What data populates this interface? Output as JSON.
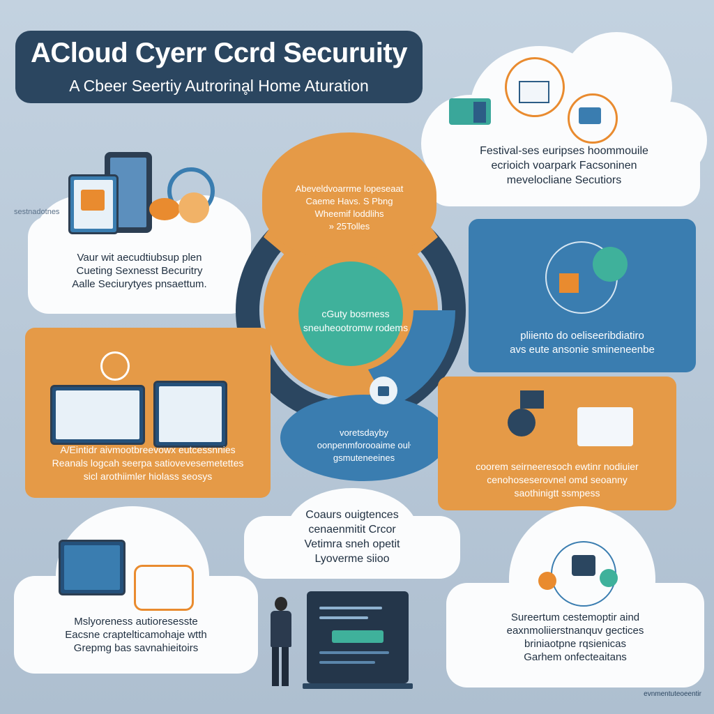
{
  "header": {
    "title": "ACloud Cyerr Ccrd Securuity",
    "subtitle": "A Cbeer Seertiy Autrorinḁl Home Aturation"
  },
  "clouds": {
    "top_right": [
      "Festival-ses euripses hoommouile",
      "ecrioich voarpark Facsoninen",
      "mevelocliane Secutiors"
    ],
    "left": [
      "Vaur wit aecudtiubsup plen",
      "Cueting Sexnesst Becuritry",
      "Aalle Seciurytyes pnsaettum."
    ],
    "middle": [
      "Coaurs ouigtences",
      "cenaenmitit Crcor",
      "Vetimra sneh opetit",
      "Lyoverme siioo"
    ],
    "bottom_left": [
      "Mslyoreness autioresesste",
      "Eacsne craptelticamohaje wtth",
      "Grepmg bas savnahieitoirs"
    ],
    "bottom_right": [
      "Sureertum cestemoptir aind",
      "eaxnmoliierstnanquv gectices",
      "briniaotpne rqsienicas",
      "Garhem onfecteaitans"
    ]
  },
  "center": {
    "top_text": [
      "Abeveldvoarrme lopeseaat",
      "Caeme Havs. S Pbng",
      "Wheemif loddlihs",
      "» 25Tolles"
    ],
    "core_text": [
      "cGuty bosrness",
      "sneuheootromw rodems"
    ],
    "bottom_text": [
      "voretsdayby",
      "oonpenmforooaime ouŀ",
      "gsmuteneeines"
    ]
  },
  "panels": {
    "right_blue": [
      "pliiento do oeliseeribdiatiro",
      "avs eute ansonie smineneenbe"
    ],
    "left_orange": [
      "A/Eintidr aivmootbreevowx eutcessnnies",
      "Reanals logcah seerpa satiovevesemetettes",
      "sicl arothiimler hiolass seosys"
    ],
    "right_orange": [
      "coorem seirneeresoch ewtinr nodiuier",
      "cenohoseserovnel omd seoanny",
      "saothinigtt ssmpess"
    ]
  },
  "labels": {
    "side_label": "sestnadotnes",
    "footer": "evnmentuteoeentir"
  },
  "colors": {
    "navy": "#2b4660",
    "orange": "#e59a47",
    "blue": "#3a7db0",
    "teal": "#3fb19b",
    "cloud": "#fbfcfd"
  }
}
